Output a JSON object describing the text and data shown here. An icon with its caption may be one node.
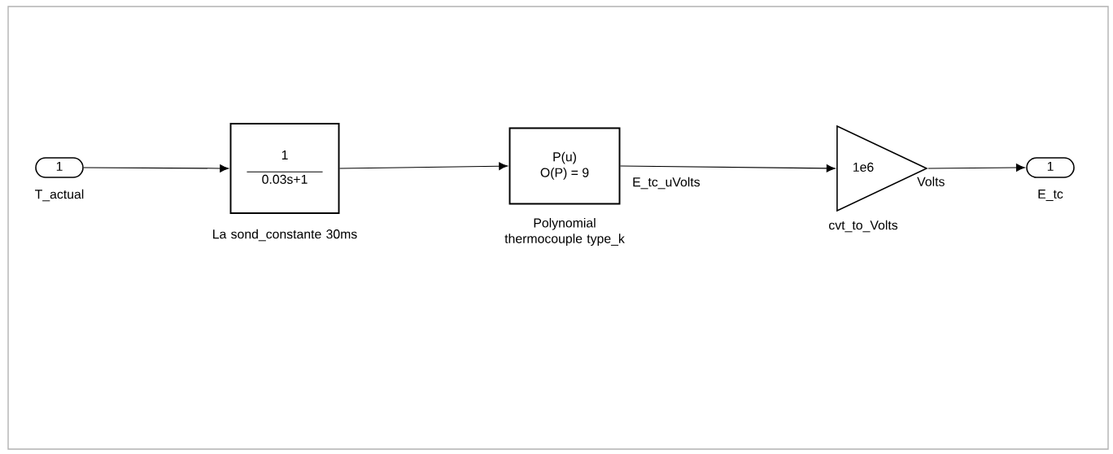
{
  "diagram": {
    "nodes": [
      {
        "text": [
          "1"
        ],
        "beside": [
          "T_actual"
        ]
      },
      {
        "text": [
          "1",
          "0.03s+1"
        ],
        "beside": [
          "La sond_constante 30ms"
        ]
      },
      {
        "text": [
          "P(u)",
          "O(P) = 9"
        ],
        "beside": [
          "Polynomial thermocouple type_k"
        ]
      },
      {
        "text": [
          "1e6"
        ],
        "beside": [
          "cvt_to_Volts"
        ]
      },
      {
        "text": [
          "1"
        ],
        "beside": [
          "E_tc"
        ]
      }
    ],
    "edges": [
      {
        "from": 0,
        "to": 1,
        "arrow": "to"
      },
      {
        "from": 1,
        "to": 2,
        "arrow": "to"
      },
      {
        "from": 2,
        "to": 3,
        "arrow": "to",
        "label": "E_tc_uVolts"
      },
      {
        "from": 3,
        "to": 4,
        "arrow": "to",
        "label": "Volts"
      }
    ]
  }
}
